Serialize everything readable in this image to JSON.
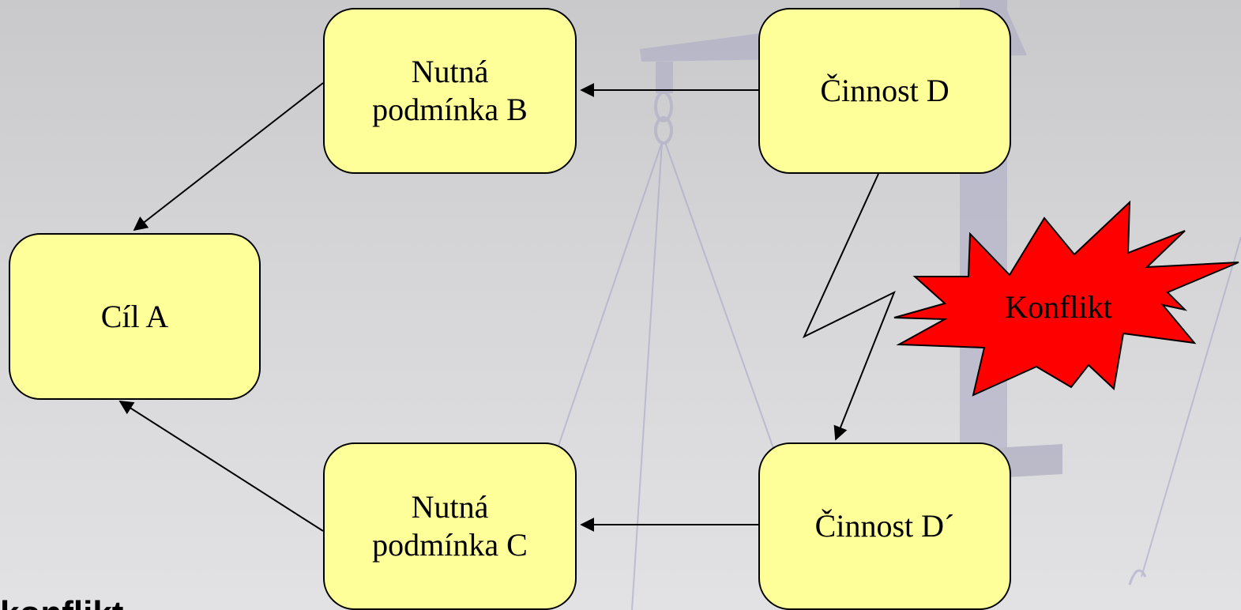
{
  "diagram": {
    "nodes": {
      "goal_a": "Cíl A",
      "condition_b": "Nutná\npodmínka B",
      "condition_c": "Nutná\npodmínka C",
      "activity_d": "Činnost D",
      "activity_d_prime": "Činnost D´"
    },
    "conflict_label": "Konflikt",
    "edges": [
      {
        "from": "condition_b",
        "to": "goal_a"
      },
      {
        "from": "condition_c",
        "to": "goal_a"
      },
      {
        "from": "activity_d",
        "to": "condition_b"
      },
      {
        "from": "activity_d_prime",
        "to": "condition_c"
      },
      {
        "from": "activity_d",
        "to": "activity_d_prime",
        "style": "lightning"
      }
    ],
    "colors": {
      "node_fill": "#ffff99",
      "conflict_fill": "#ff0000",
      "edge": "#000000",
      "background": "#d6d6d8"
    }
  },
  "footer": {
    "partial_text": "konflikt"
  }
}
